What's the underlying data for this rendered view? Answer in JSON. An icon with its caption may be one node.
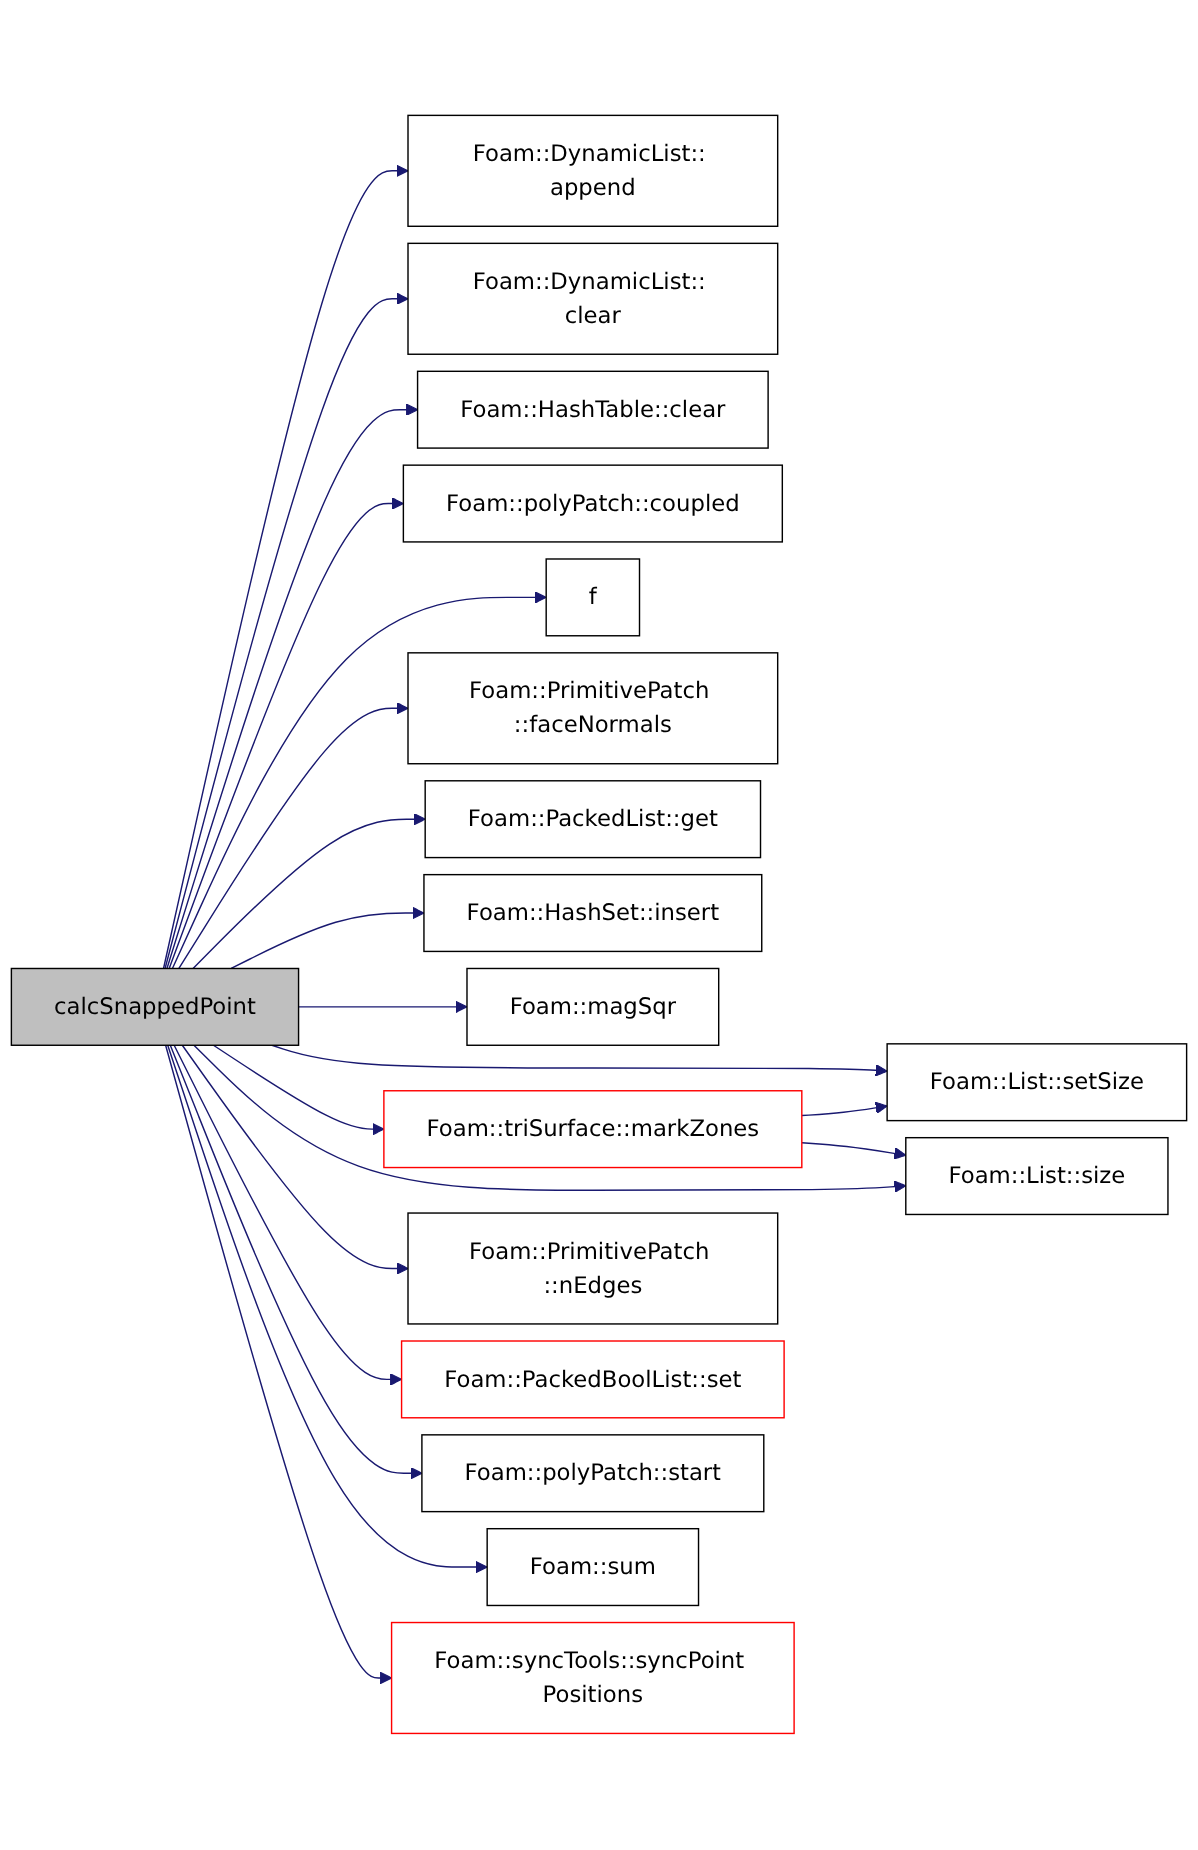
{
  "diagram": {
    "nodes": [
      {
        "text": [
          "calcSnappedPoint"
        ]
      },
      {
        "text": [
          "Foam::DynamicList:: append"
        ]
      },
      {
        "text": [
          "Foam::DynamicList:: clear"
        ]
      },
      {
        "text": [
          "Foam::HashTable::clear"
        ]
      },
      {
        "text": [
          "Foam::polyPatch::coupled"
        ]
      },
      {
        "text": [
          "f"
        ]
      },
      {
        "text": [
          "Foam::PrimitivePatch ::faceNormals"
        ]
      },
      {
        "text": [
          "Foam::PackedList::get"
        ]
      },
      {
        "text": [
          "Foam::HashSet::insert"
        ]
      },
      {
        "text": [
          "Foam::magSqr"
        ]
      },
      {
        "text": [
          "Foam::List::setSize"
        ]
      },
      {
        "text": [
          "Foam::triSurface::markZones"
        ]
      },
      {
        "text": [
          "Foam::List::size"
        ]
      },
      {
        "text": [
          "Foam::PrimitivePatch ::nEdges"
        ]
      },
      {
        "text": [
          "Foam::PackedBoolList::set"
        ]
      },
      {
        "text": [
          "Foam::polyPatch::start"
        ]
      },
      {
        "text": [
          "Foam::sum"
        ]
      },
      {
        "text": [
          "Foam::syncTools::syncPoint Positions"
        ]
      }
    ],
    "edges": [
      {
        "from": 0,
        "to": 1,
        "arrow": "to"
      },
      {
        "from": 0,
        "to": 2,
        "arrow": "to"
      },
      {
        "from": 0,
        "to": 3,
        "arrow": "to"
      },
      {
        "from": 0,
        "to": 4,
        "arrow": "to"
      },
      {
        "from": 0,
        "to": 5,
        "arrow": "to"
      },
      {
        "from": 0,
        "to": 6,
        "arrow": "to"
      },
      {
        "from": 0,
        "to": 7,
        "arrow": "to"
      },
      {
        "from": 0,
        "to": 8,
        "arrow": "to"
      },
      {
        "from": 0,
        "to": 9,
        "arrow": "to"
      },
      {
        "from": 0,
        "to": 10,
        "arrow": "to"
      },
      {
        "from": 0,
        "to": 11,
        "arrow": "to"
      },
      {
        "from": 0,
        "to": 12,
        "arrow": "to"
      },
      {
        "from": 11,
        "to": 10,
        "arrow": "to"
      },
      {
        "from": 11,
        "to": 12,
        "arrow": "to"
      },
      {
        "from": 0,
        "to": 13,
        "arrow": "to"
      },
      {
        "from": 0,
        "to": 14,
        "arrow": "to"
      },
      {
        "from": 0,
        "to": 15,
        "arrow": "to"
      },
      {
        "from": 0,
        "to": 16,
        "arrow": "to"
      },
      {
        "from": 0,
        "to": 17,
        "arrow": "to"
      }
    ]
  }
}
